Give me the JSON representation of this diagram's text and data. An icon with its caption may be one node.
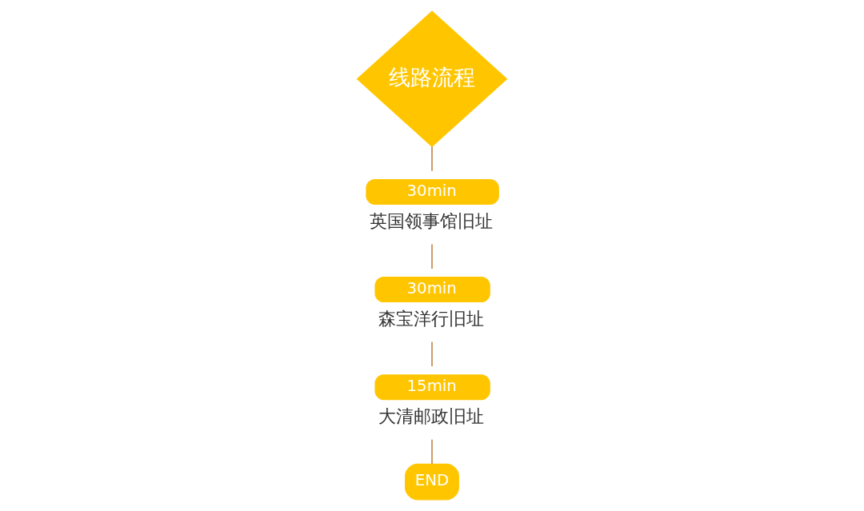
{
  "diagram": {
    "nodes": [
      {
        "text": [
          "线路流程"
        ]
      },
      {
        "text": [
          "30min",
          "英国领事馆旧址"
        ]
      },
      {
        "text": [
          "30min",
          "森宝洋行旧址"
        ]
      },
      {
        "text": [
          "15min",
          "大清邮政旧址"
        ]
      },
      {
        "text": [
          "END"
        ]
      }
    ],
    "edges": [
      {
        "from": 0,
        "to": 1,
        "arrow": "none"
      },
      {
        "from": 1,
        "to": 2,
        "arrow": "none"
      },
      {
        "from": 2,
        "to": 3,
        "arrow": "none"
      },
      {
        "from": 3,
        "to": 4,
        "arrow": "none"
      }
    ]
  }
}
